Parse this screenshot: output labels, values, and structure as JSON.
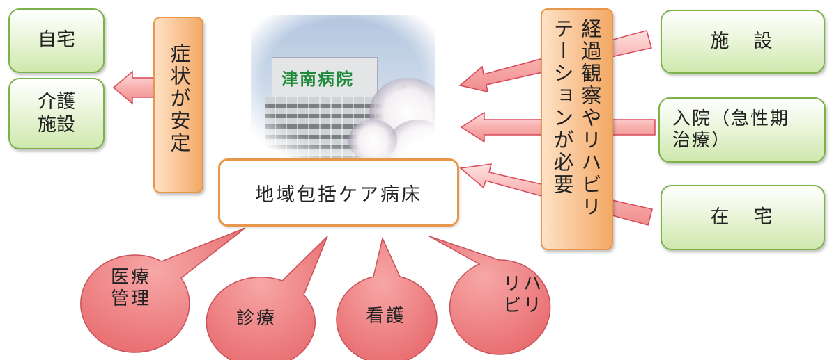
{
  "left_boxes": {
    "home": "自宅",
    "care_facility": "介護\n施設"
  },
  "left_column": {
    "label": "症状が安定"
  },
  "photo": {
    "sign": "津南病院"
  },
  "center": {
    "label": "地域包括ケア病床"
  },
  "right_column": {
    "line1": "経過観察やリハビリ",
    "line2": "テーションが必要"
  },
  "right_boxes": {
    "facility": "施　設",
    "hospital": "入院（急性期\n治療）",
    "home": "在　宅"
  },
  "bubbles": {
    "medical_management": "医療\n管理",
    "diagnosis": "診療",
    "nursing": "看護",
    "rehab": "リハ\nビリ"
  },
  "colors": {
    "green_border": "#7bb24a",
    "orange_border": "#e8964a",
    "arrow_fill": "#f6a8a6",
    "arrow_stroke": "#d8475a",
    "bubble_fill": "#f08080"
  }
}
